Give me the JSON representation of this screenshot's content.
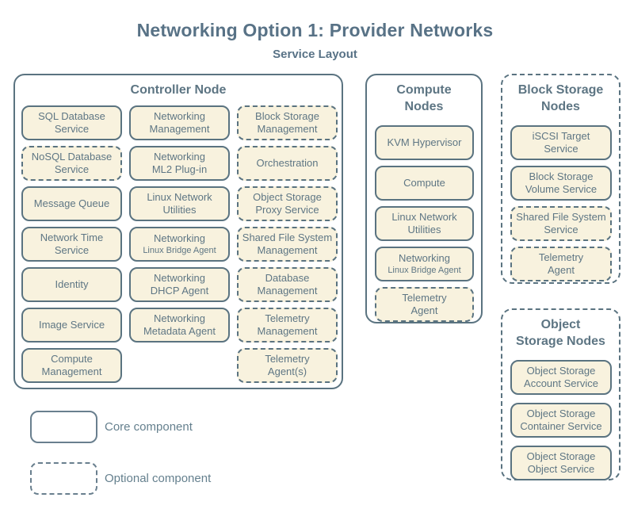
{
  "title": "Networking Option 1: Provider Networks",
  "subtitle": "Service Layout",
  "colors": {
    "box_fill": "#f8f2de",
    "line": "#5a7380",
    "text": "#5e7684",
    "title_text": "#587286"
  },
  "legend": {
    "core": {
      "label": "Core component",
      "style": "solid"
    },
    "optional": {
      "label": "Optional component",
      "style": "dashed"
    }
  },
  "nodes": {
    "controller": {
      "header_lines": [
        "Controller Node"
      ],
      "type": "core",
      "services": [
        {
          "lines": [
            "SQL Database",
            "Service"
          ],
          "type": "core"
        },
        {
          "lines": [
            "Networking",
            "Management"
          ],
          "type": "core"
        },
        {
          "lines": [
            "Block Storage",
            "Management"
          ],
          "type": "optional"
        },
        {
          "lines": [
            "NoSQL Database",
            "Service"
          ],
          "type": "optional"
        },
        {
          "lines": [
            "Networking",
            "ML2 Plug-in"
          ],
          "type": "core"
        },
        {
          "lines": [
            "Orchestration"
          ],
          "type": "optional"
        },
        {
          "lines": [
            "Message Queue"
          ],
          "type": "core"
        },
        {
          "lines": [
            "Linux Network",
            "Utilities"
          ],
          "type": "core"
        },
        {
          "lines": [
            "Object Storage",
            "Proxy Service"
          ],
          "type": "optional"
        },
        {
          "lines": [
            "Network Time",
            "Service"
          ],
          "type": "core"
        },
        {
          "lines": [
            "Networking",
            "Linux Bridge Agent"
          ],
          "type": "core",
          "sublabel_small": true
        },
        {
          "lines": [
            "Shared File System",
            "Management"
          ],
          "type": "optional"
        },
        {
          "lines": [
            "Identity"
          ],
          "type": "core"
        },
        {
          "lines": [
            "Networking",
            "DHCP Agent"
          ],
          "type": "core"
        },
        {
          "lines": [
            "Database",
            "Management"
          ],
          "type": "optional"
        },
        {
          "lines": [
            "Image Service"
          ],
          "type": "core"
        },
        {
          "lines": [
            "Networking",
            "Metadata Agent"
          ],
          "type": "core"
        },
        {
          "lines": [
            "Telemetry",
            "Management"
          ],
          "type": "optional"
        },
        {
          "lines": [
            "Compute",
            "Management"
          ],
          "type": "core"
        },
        {
          "lines": [
            "Telemetry",
            "Agent(s)"
          ],
          "type": "optional"
        }
      ]
    },
    "compute": {
      "header_lines": [
        "Compute",
        "Nodes"
      ],
      "type": "core",
      "services": [
        {
          "lines": [
            "KVM Hypervisor"
          ],
          "type": "core"
        },
        {
          "lines": [
            "Compute"
          ],
          "type": "core"
        },
        {
          "lines": [
            "Linux Network",
            "Utilities"
          ],
          "type": "core"
        },
        {
          "lines": [
            "Networking",
            "Linux Bridge Agent"
          ],
          "type": "core",
          "sublabel_small": true
        },
        {
          "lines": [
            "Telemetry",
            "Agent"
          ],
          "type": "optional"
        }
      ]
    },
    "block_storage": {
      "header_lines": [
        "Block Storage",
        "Nodes"
      ],
      "type": "optional",
      "services": [
        {
          "lines": [
            "iSCSI Target",
            "Service"
          ],
          "type": "core"
        },
        {
          "lines": [
            "Block Storage",
            "Volume Service"
          ],
          "type": "core"
        },
        {
          "lines": [
            "Shared File System",
            "Service"
          ],
          "type": "optional"
        },
        {
          "lines": [
            "Telemetry",
            "Agent"
          ],
          "type": "optional"
        }
      ]
    },
    "object_storage": {
      "header_lines": [
        "Object",
        "Storage Nodes"
      ],
      "type": "optional",
      "services": [
        {
          "lines": [
            "Object Storage",
            "Account Service"
          ],
          "type": "core"
        },
        {
          "lines": [
            "Object Storage",
            "Container Service"
          ],
          "type": "core"
        },
        {
          "lines": [
            "Object Storage",
            "Object Service"
          ],
          "type": "core"
        }
      ]
    }
  }
}
